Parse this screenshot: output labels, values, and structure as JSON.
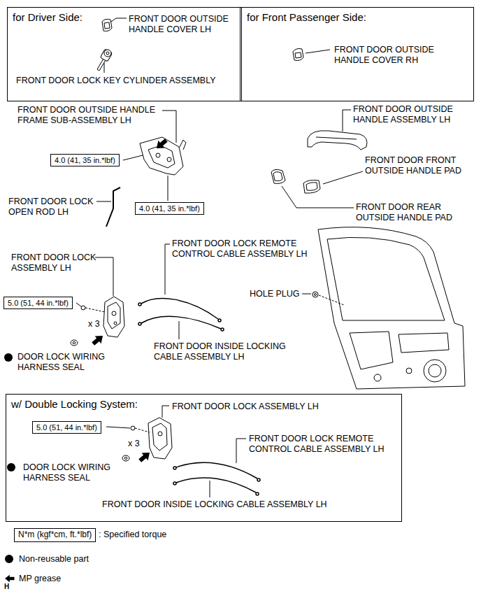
{
  "diagram": {
    "nodes": [
      {
        "text": [
          "for Driver Side:",
          "FRONT DOOR OUTSIDE HANDLE COVER LH",
          "FRONT DOOR LOCK KEY CYLINDER ASSEMBLY"
        ]
      },
      {
        "text": [
          "for Front Passenger Side:",
          "FRONT DOOR OUTSIDE HANDLE COVER RH"
        ]
      },
      {
        "text": [
          "4.0 (41, 35 in.*lbf)"
        ]
      },
      {
        "text": [
          "4.0 (41, 35 in.*lbf)"
        ]
      },
      {
        "text": [
          "5.0 (51, 44 in.*lbf)"
        ]
      },
      {
        "text": [
          "w/ Double Locking System:",
          "FRONT DOOR LOCK ASSEMBLY LH",
          "x 3",
          "FRONT DOOR LOCK REMOTE CONTROL CABLE ASSEMBLY LH",
          "DOOR LOCK WIRING HARNESS SEAL",
          "FRONT DOOR INSIDE LOCKING CABLE ASSEMBLY LH"
        ]
      },
      {
        "text": [
          "5.0 (51, 44 in.*lbf)"
        ],
        "in": 5
      },
      {
        "text": [
          "N*m (kgf*cm, ft.*lbf)"
        ]
      }
    ],
    "labels": [
      "FRONT DOOR OUTSIDE HANDLE FRAME SUB-ASSEMBLY LH",
      "FRONT DOOR OUTSIDE HANDLE ASSEMBLY LH",
      "FRONT DOOR FRONT OUTSIDE HANDLE PAD",
      "FRONT DOOR LOCK OPEN ROD LH",
      "FRONT DOOR REAR OUTSIDE HANDLE PAD",
      "FRONT DOOR LOCK REMOTE CONTROL CABLE ASSEMBLY LH",
      "FRONT DOOR LOCK ASSEMBLY LH",
      "HOLE PLUG",
      "x 3",
      "FRONT DOOR INSIDE LOCKING CABLE ASSEMBLY LH",
      "DOOR LOCK WIRING HARNESS SEAL",
      "H"
    ],
    "legend": [
      {
        "text": ": Specified torque"
      },
      {
        "text": "Non-reusable part"
      },
      {
        "text": "MP grease"
      }
    ]
  }
}
